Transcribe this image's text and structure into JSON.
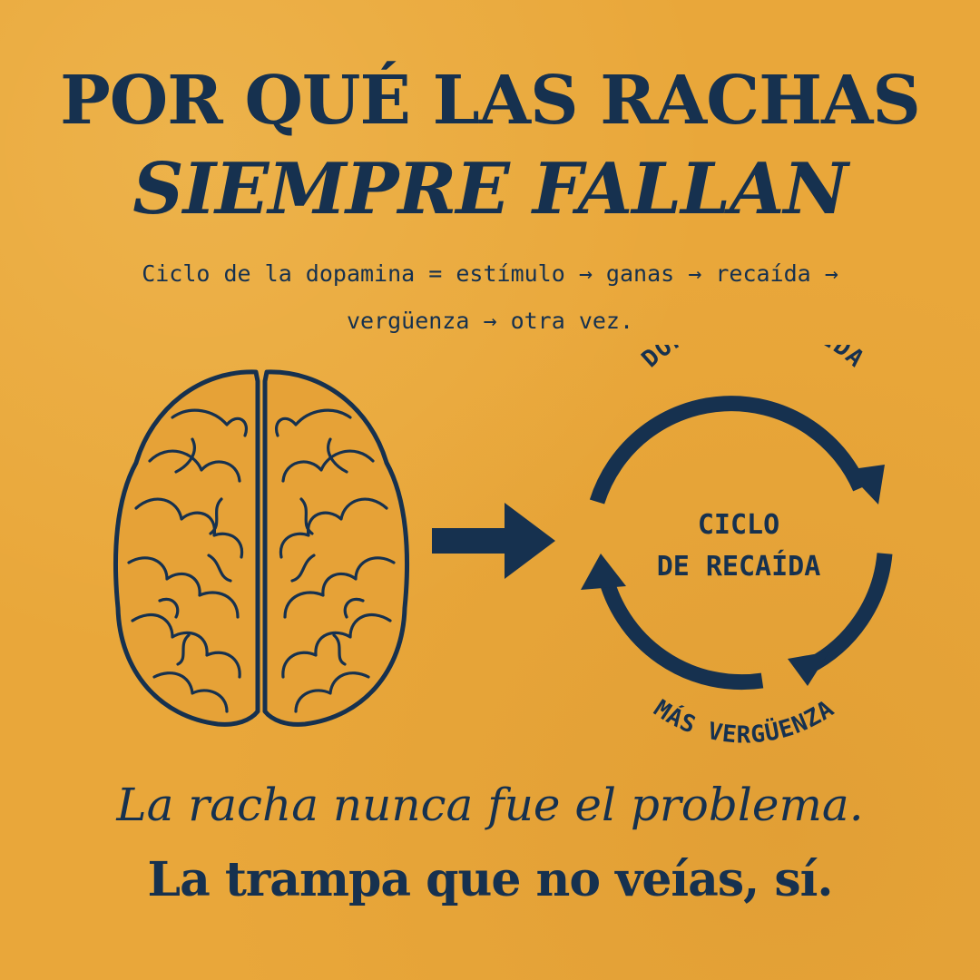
{
  "headline": {
    "line1": "POR QUÉ LAS RACHAS",
    "line2": "SIEMPRE FALLAN"
  },
  "subtitle": {
    "line1": "Ciclo de la dopamina = estímulo → ganas → recaída →",
    "line2": "vergüenza → otra vez."
  },
  "cycle": {
    "top_label": "DOPAMINA RÁPIDA",
    "center_line1": "CICLO",
    "center_line2": "DE RECAÍDA",
    "bottom_label": "MÁS VERGÜENZA"
  },
  "tagline": {
    "line1": "La racha nunca fue el problema.",
    "line2": "La trampa que no veías, sí."
  },
  "colors": {
    "background": "#e9a73a",
    "ink": "#16314f"
  },
  "icons": [
    "brain-illustration",
    "arrow-right-icon",
    "cycle-arrows-icon"
  ]
}
